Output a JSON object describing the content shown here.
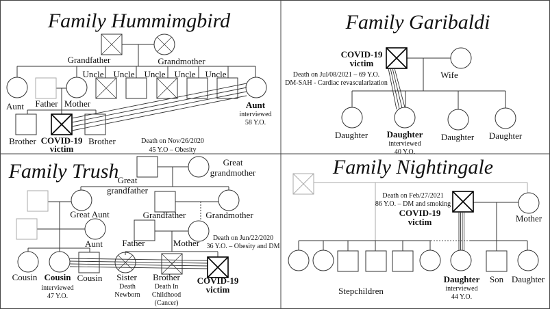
{
  "hummingbird": {
    "title": "Family Hummimgbird",
    "grandfather": "Grandfather",
    "grandmother": "Grandmother",
    "uncle": "Uncle",
    "aunt": "Aunt",
    "father": "Father",
    "mother": "Mother",
    "brother": "Brother",
    "victim1": "COVID-19",
    "victim2": "victim",
    "death1": "Death on Nov/26/2020",
    "death2": "45 Y.O – Obesity",
    "informant": "Aunt",
    "interviewed": "interviewed",
    "age": "58 Y.O."
  },
  "garibaldi": {
    "title": "Family Garibaldi",
    "victim1": "COVID-19",
    "victim2": "victim",
    "death1": "Death on Jul/08/2021  – 69 Y.O.",
    "death2": "DM-SAH - Cardiac revascularization",
    "wife": "Wife",
    "daughter": "Daughter",
    "interviewed": "interviewed",
    "age": "40 Y.O."
  },
  "trush": {
    "title": "Family Trush",
    "great_grandmother1": "Great",
    "great_grandmother2": "grandmother",
    "great_grandfather1": "Great",
    "great_grandfather2": "grandfather",
    "great_aunt": "Great Aunt",
    "grandfather": "Grandfather",
    "grandmother": "Grandmother",
    "aunt": "Aunt",
    "father": "Father",
    "mother": "Mother",
    "death1": "Death on Jun/22/2020",
    "death2": "36 Y.O. – Obesity and DM",
    "cousin": "Cousin",
    "interviewed": "interviewed",
    "age": "47 Y.O.",
    "sister": "Sister",
    "sister_note1": "Death",
    "sister_note2": "Newborn",
    "brother": "Brother",
    "brother_note1": "Death In",
    "brother_note2": "Childhood",
    "brother_note3": "(Cancer)",
    "victim1": "COVID-19",
    "victim2": "victim"
  },
  "nightingale": {
    "title": "Family Nightingale",
    "death1": "Death on Feb/27/2021",
    "death2": "86 Y.O. – DM and smoking",
    "victim1": "COVID-19",
    "victim2": "victim",
    "mother": "Mother",
    "daughter": "Daughter",
    "son": "Son",
    "interviewed": "interviewed",
    "age": "44 Y.O.",
    "stepchildren": "Stepchildren"
  }
}
